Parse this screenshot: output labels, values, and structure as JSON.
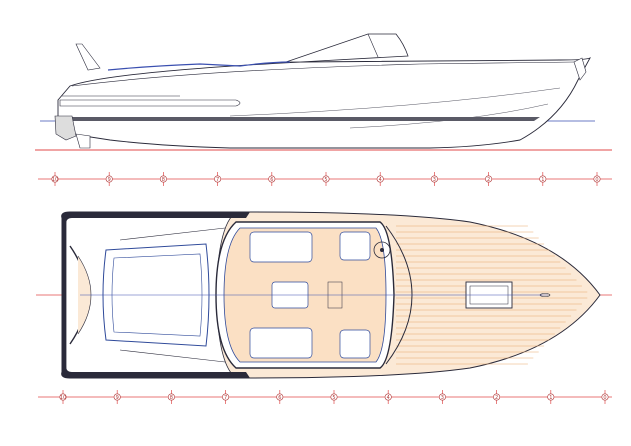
{
  "drawing": {
    "colors": {
      "hull_line": "#2a2a3a",
      "waterline": "#3a4fb0",
      "reference_line": "#e04a4a",
      "deck_wood": "#e8a86a",
      "boot_stripe": "#5a5a66",
      "cockpit_blue": "#2f4a9a"
    }
  },
  "top_stations": {
    "labels": [
      "10",
      "9",
      "8",
      "7",
      "6",
      "5",
      "4",
      "3",
      "2",
      "1",
      "0"
    ]
  },
  "bottom_stations": {
    "labels": [
      "10",
      "9",
      "8",
      "7",
      "6",
      "5",
      "4",
      "3",
      "2",
      "1",
      "0"
    ]
  }
}
